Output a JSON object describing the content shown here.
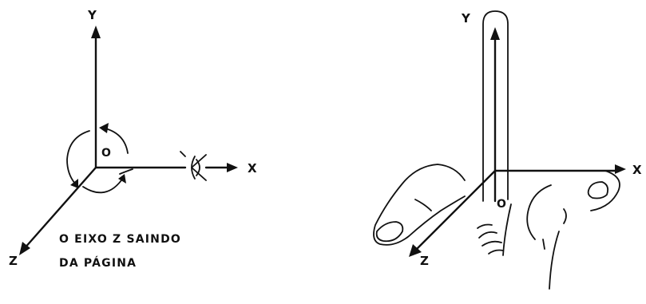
{
  "left_diagram": {
    "axis_y": "Y",
    "axis_x": "X",
    "axis_z": "Z",
    "origin": "O",
    "caption_line1": "O EIXO Z SAINDO",
    "caption_line2": "DA PÁGINA",
    "icons": [
      "eye-icon",
      "rotation-arrow-icon"
    ]
  },
  "right_diagram": {
    "axis_y": "Y",
    "axis_x": "X",
    "axis_z": "Z",
    "origin": "O",
    "icons": [
      "right-hand-icon"
    ]
  }
}
